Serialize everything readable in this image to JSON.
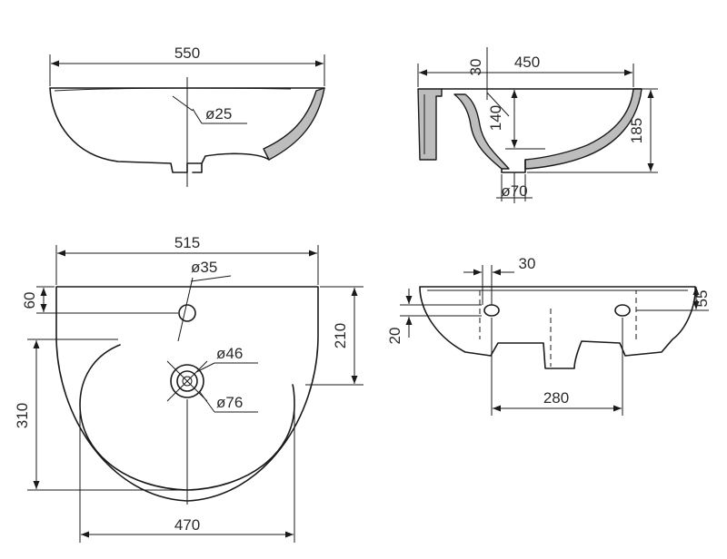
{
  "views": {
    "side_section": {
      "width": "550",
      "waste_hole": "ø25"
    },
    "front_section": {
      "rim": "30",
      "depth": "450",
      "inner_height": "140",
      "total_height": "185",
      "waste_outlet": "ø70"
    },
    "top_view": {
      "width": "515",
      "tap_hole": "ø35",
      "tap_offset": "60",
      "basin_offset": "210",
      "waste_inner": "ø46",
      "waste_outer": "ø76",
      "basin_depth": "310",
      "basin_width": "470"
    },
    "rear_view": {
      "mount_offset": "30",
      "mount_height": "55",
      "mount_drop": "20",
      "mount_spacing": "280"
    }
  }
}
